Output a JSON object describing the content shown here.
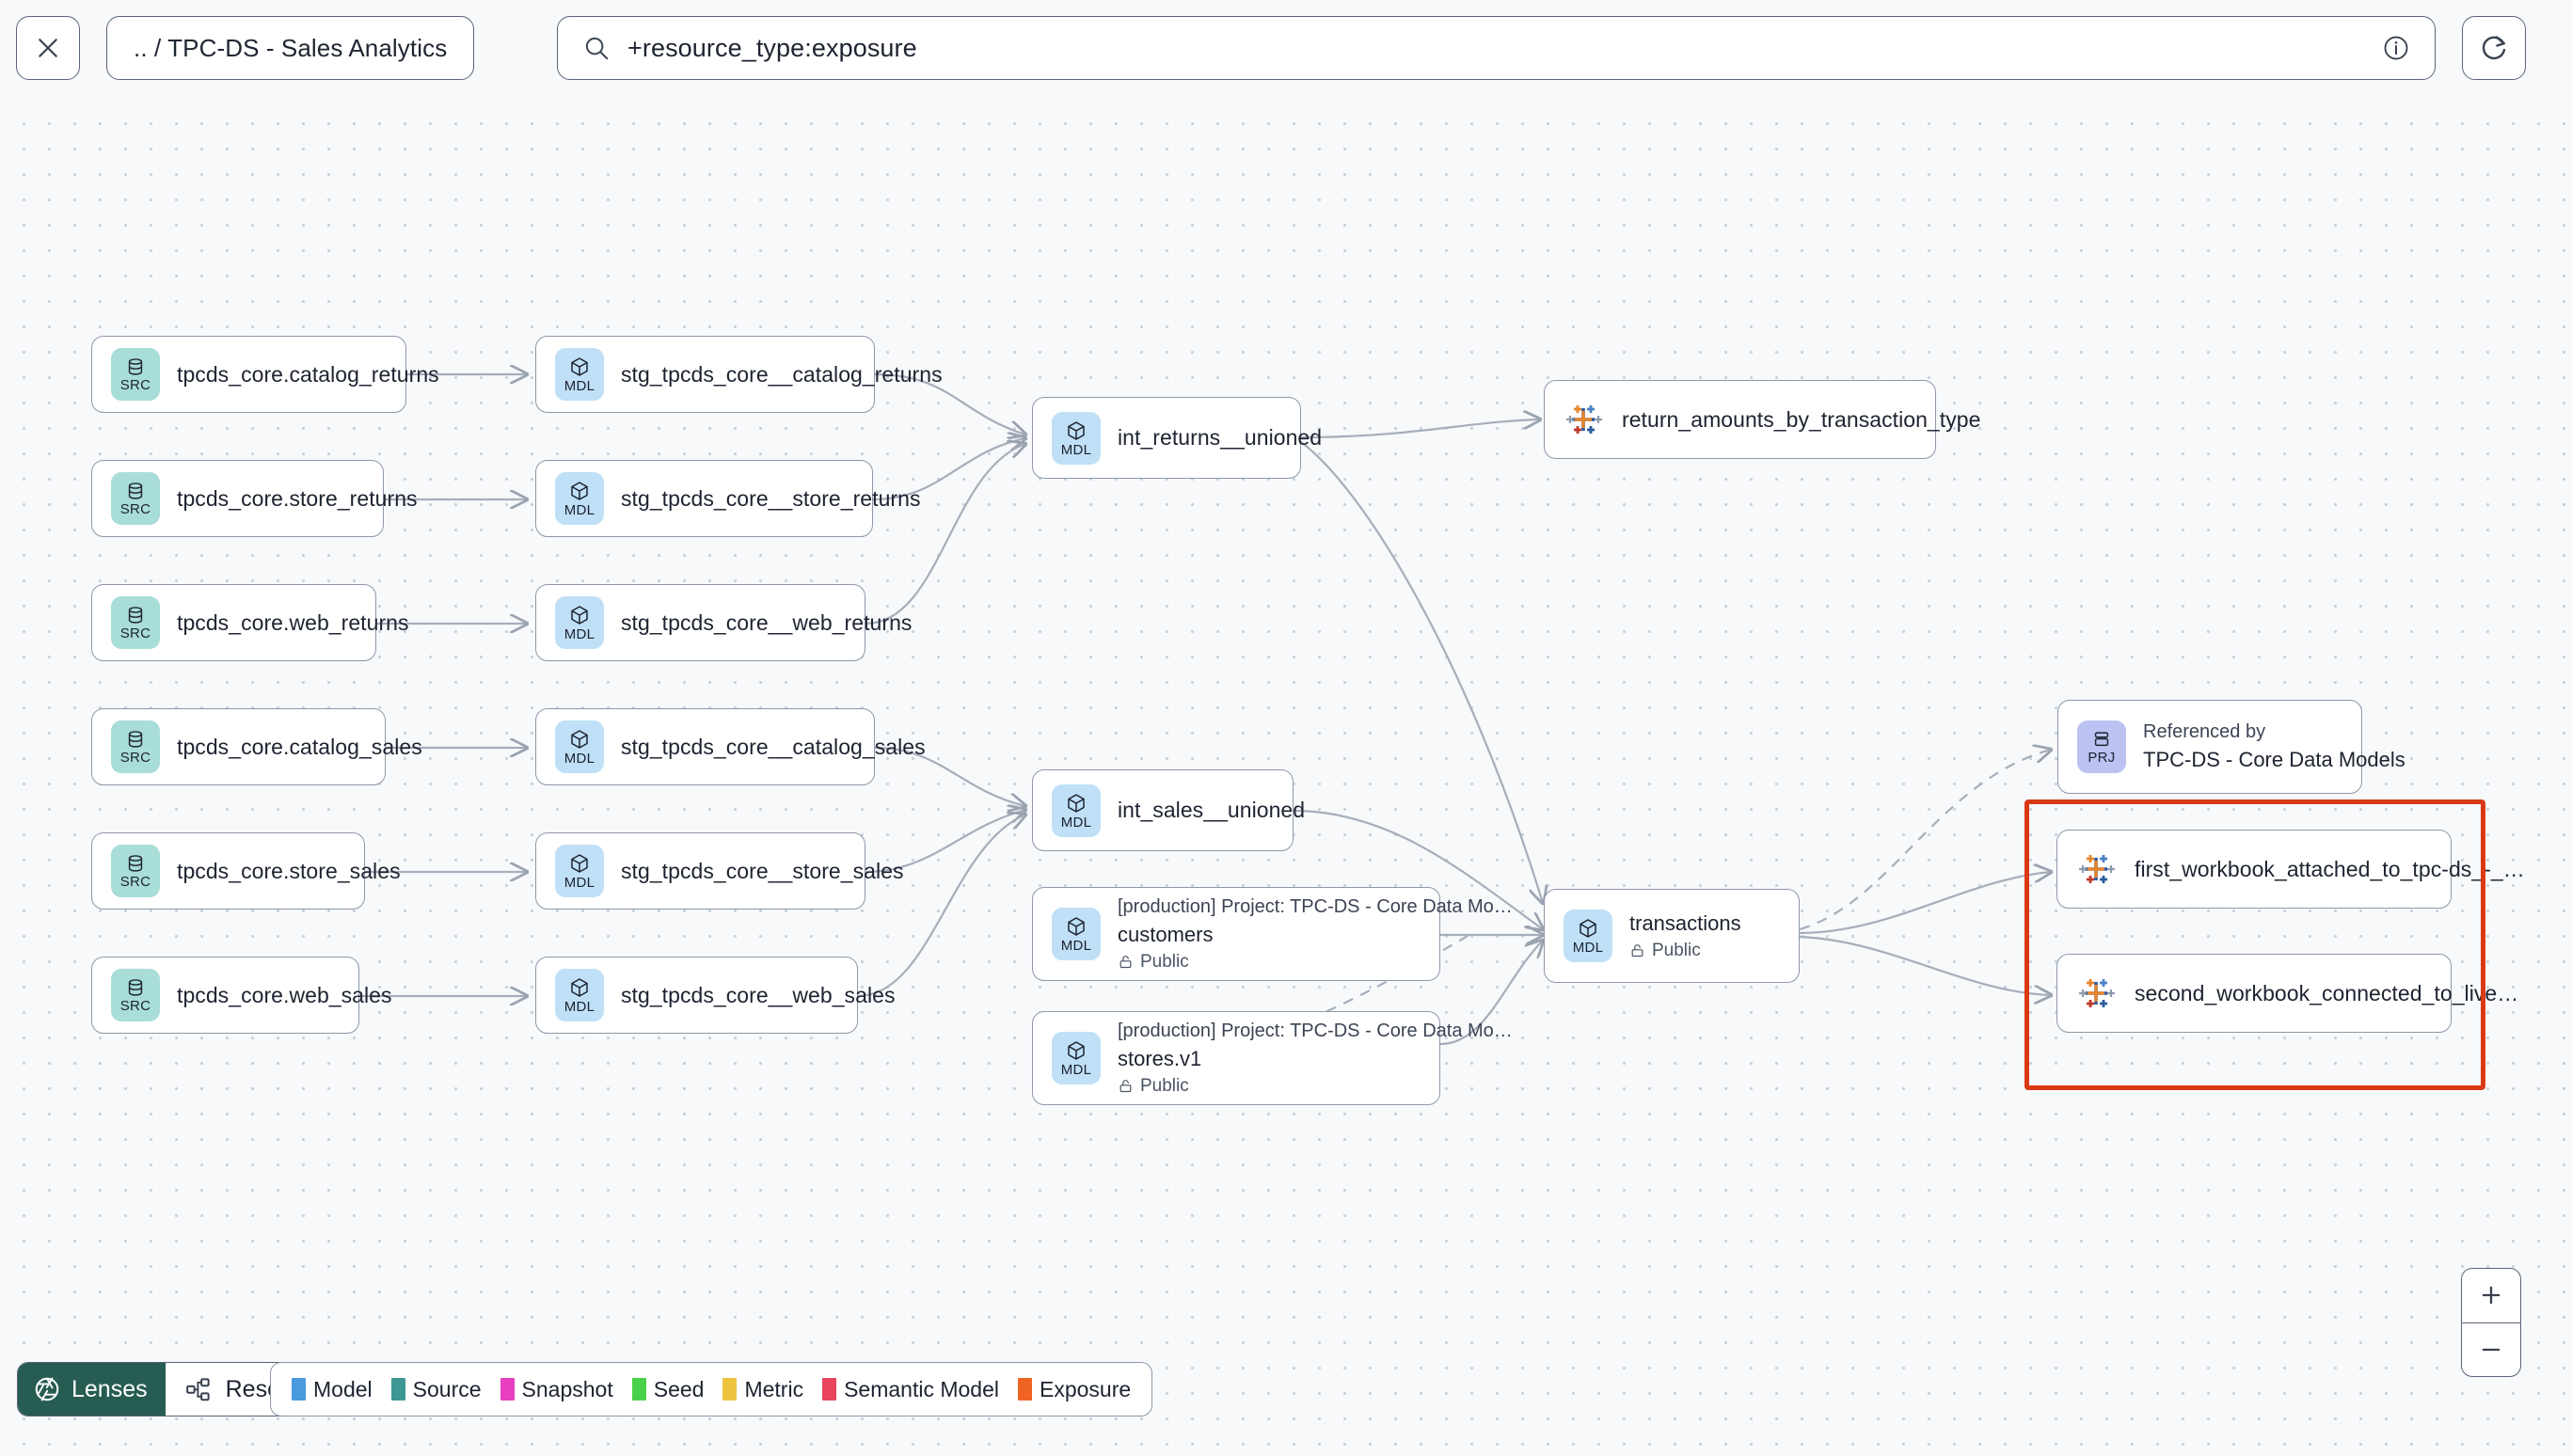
{
  "header": {
    "close_icon": "close-icon",
    "breadcrumb": ".. / TPC-DS - Sales Analytics",
    "search": {
      "icon": "search-icon",
      "value": "+resource_type:exposure",
      "info_icon": "info-icon"
    },
    "refresh_icon": "refresh-icon"
  },
  "graph": {
    "nodes": [
      {
        "id": "src_catalog_returns",
        "type": "source",
        "badge": "SRC",
        "label": "tpcds_core.catalog_returns"
      },
      {
        "id": "src_store_returns",
        "type": "source",
        "badge": "SRC",
        "label": "tpcds_core.store_returns"
      },
      {
        "id": "src_web_returns",
        "type": "source",
        "badge": "SRC",
        "label": "tpcds_core.web_returns"
      },
      {
        "id": "src_catalog_sales",
        "type": "source",
        "badge": "SRC",
        "label": "tpcds_core.catalog_sales"
      },
      {
        "id": "src_store_sales",
        "type": "source",
        "badge": "SRC",
        "label": "tpcds_core.store_sales"
      },
      {
        "id": "src_web_sales",
        "type": "source",
        "badge": "SRC",
        "label": "tpcds_core.web_sales"
      },
      {
        "id": "stg_catalog_returns",
        "type": "model",
        "badge": "MDL",
        "label": "stg_tpcds_core__catalog_returns"
      },
      {
        "id": "stg_store_returns",
        "type": "model",
        "badge": "MDL",
        "label": "stg_tpcds_core__store_returns"
      },
      {
        "id": "stg_web_returns",
        "type": "model",
        "badge": "MDL",
        "label": "stg_tpcds_core__web_returns"
      },
      {
        "id": "stg_catalog_sales",
        "type": "model",
        "badge": "MDL",
        "label": "stg_tpcds_core__catalog_sales"
      },
      {
        "id": "stg_store_sales",
        "type": "model",
        "badge": "MDL",
        "label": "stg_tpcds_core__store_sales"
      },
      {
        "id": "stg_web_sales",
        "type": "model",
        "badge": "MDL",
        "label": "stg_tpcds_core__web_sales"
      },
      {
        "id": "int_returns_unioned",
        "type": "model",
        "badge": "MDL",
        "label": "int_returns__unioned"
      },
      {
        "id": "int_sales_unioned",
        "type": "model",
        "badge": "MDL",
        "label": "int_sales__unioned"
      },
      {
        "id": "customers",
        "type": "model",
        "badge": "MDL",
        "sub": "[production] Project: TPC-DS - Core Data Mo…",
        "label": "customers",
        "meta": "Public",
        "meta_icon": "unlock-icon"
      },
      {
        "id": "stores_v1",
        "type": "model",
        "badge": "MDL",
        "sub": "[production] Project: TPC-DS - Core Data Mo…",
        "label": "stores.v1",
        "meta": "Public",
        "meta_icon": "unlock-icon"
      },
      {
        "id": "transactions",
        "type": "model",
        "badge": "MDL",
        "label": "transactions",
        "meta": "Public",
        "meta_icon": "unlock-icon"
      },
      {
        "id": "return_amounts",
        "type": "exposure",
        "badge": "tableau-icon",
        "label": "return_amounts_by_transaction_type"
      },
      {
        "id": "project_ref",
        "type": "project",
        "badge": "PRJ",
        "sub": "Referenced by",
        "label": "TPC-DS - Core Data Models"
      },
      {
        "id": "first_workbook",
        "type": "exposure",
        "badge": "tableau-icon",
        "label": "first_workbook_attached_to_tpc-ds_-_…"
      },
      {
        "id": "second_workbook",
        "type": "exposure",
        "badge": "tableau-icon",
        "label": "second_workbook_connected_to_live…"
      }
    ],
    "highlight": {
      "name": "selection-highlight",
      "color": "#d93a15"
    }
  },
  "bottom": {
    "lenses_label": "Lenses",
    "lenses_icon": "aperture-icon",
    "lenses_color": "#275c52",
    "resource_type_label": "Resource type",
    "resource_type_icon": "hierarchy-icon",
    "chevron_icon": "chevron-down-icon",
    "legend": [
      {
        "label": "Model",
        "color": "#4a9ade"
      },
      {
        "label": "Source",
        "color": "#3d9793"
      },
      {
        "label": "Snapshot",
        "color": "#e83fc0"
      },
      {
        "label": "Seed",
        "color": "#4ad04a"
      },
      {
        "label": "Metric",
        "color": "#eec33f"
      },
      {
        "label": "Semantic Model",
        "color": "#e8455c"
      },
      {
        "label": "Exposure",
        "color": "#ef6423"
      }
    ],
    "zoom_in": "+",
    "zoom_out": "−",
    "zoom_in_icon": "plus-icon",
    "zoom_out_icon": "minus-icon"
  }
}
